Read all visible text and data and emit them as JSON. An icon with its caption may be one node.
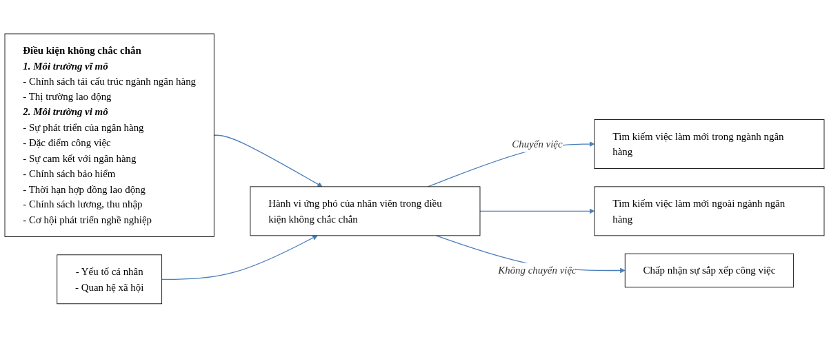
{
  "diagram": {
    "nodes": [
      {
        "text": [
          "Điều kiện không chắc chắn",
          "1. Môi trường vĩ mô",
          "- Chính sách tái cấu trúc ngành ngân hàng",
          "- Thị trường lao động",
          "2. Môi trường vi mô",
          "- Sự phát triển của ngân hàng",
          "- Đặc điểm công việc",
          "- Sự cam kết với ngân hàng",
          "- Chính sách bảo hiểm",
          "- Thời hạn hợp đồng lao động",
          "- Chính sách lương, thu nhập",
          "- Cơ hội phát triển nghề nghiệp"
        ]
      },
      {
        "text": [
          "- Yếu tố cá nhân",
          "- Quan hệ xã hội"
        ]
      },
      {
        "text": [
          "Hành vi ứng phó của nhân viên trong điều kiện không chắc chắn"
        ]
      },
      {
        "text": [
          "Tìm kiếm việc làm mới trong ngành ngân hàng"
        ]
      },
      {
        "text": [
          "Tìm kiếm việc làm mới ngoài ngành ngân hàng"
        ]
      },
      {
        "text": [
          "Chấp nhận sự sắp xếp công việc"
        ]
      }
    ],
    "edges": [
      {
        "from": 0,
        "to": 2,
        "arrow": "to"
      },
      {
        "from": 1,
        "to": 2,
        "arrow": "to"
      },
      {
        "from": 2,
        "to": 3,
        "arrow": "to",
        "label": "Chuyển việc"
      },
      {
        "from": 2,
        "to": 4,
        "arrow": "to"
      },
      {
        "from": 2,
        "to": 5,
        "arrow": "to",
        "label": "Không chuyển việc"
      }
    ]
  }
}
